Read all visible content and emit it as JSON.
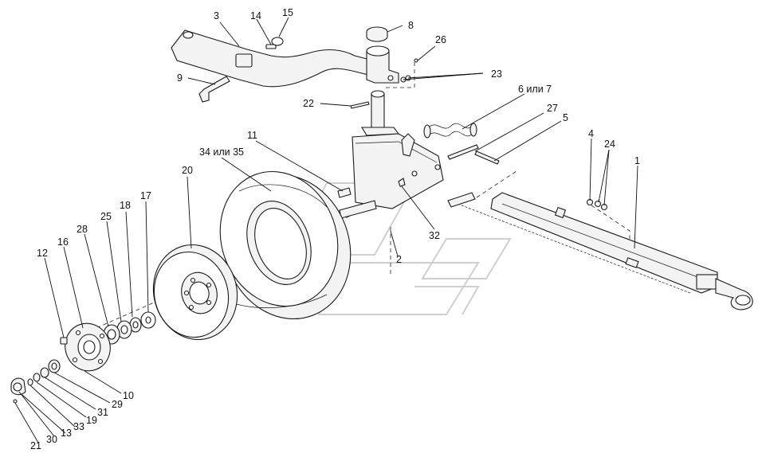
{
  "callouts": {
    "c1": "1",
    "c2": "2",
    "c3": "3",
    "c4": "4",
    "c5": "5",
    "c6_7": "6 или 7",
    "c8": "8",
    "c9": "9",
    "c10": "10",
    "c11": "11",
    "c12": "12",
    "c13": "13",
    "c14": "14",
    "c15": "15",
    "c16": "16",
    "c17": "17",
    "c18": "18",
    "c19": "19",
    "c20": "20",
    "c21": "21",
    "c22": "22",
    "c23": "23",
    "c24": "24",
    "c25": "25",
    "c26": "26",
    "c27": "27",
    "c28": "28",
    "c29": "29",
    "c30": "30",
    "c31": "31",
    "c32": "32",
    "c33": "33",
    "c34_35": "34 или 35"
  }
}
